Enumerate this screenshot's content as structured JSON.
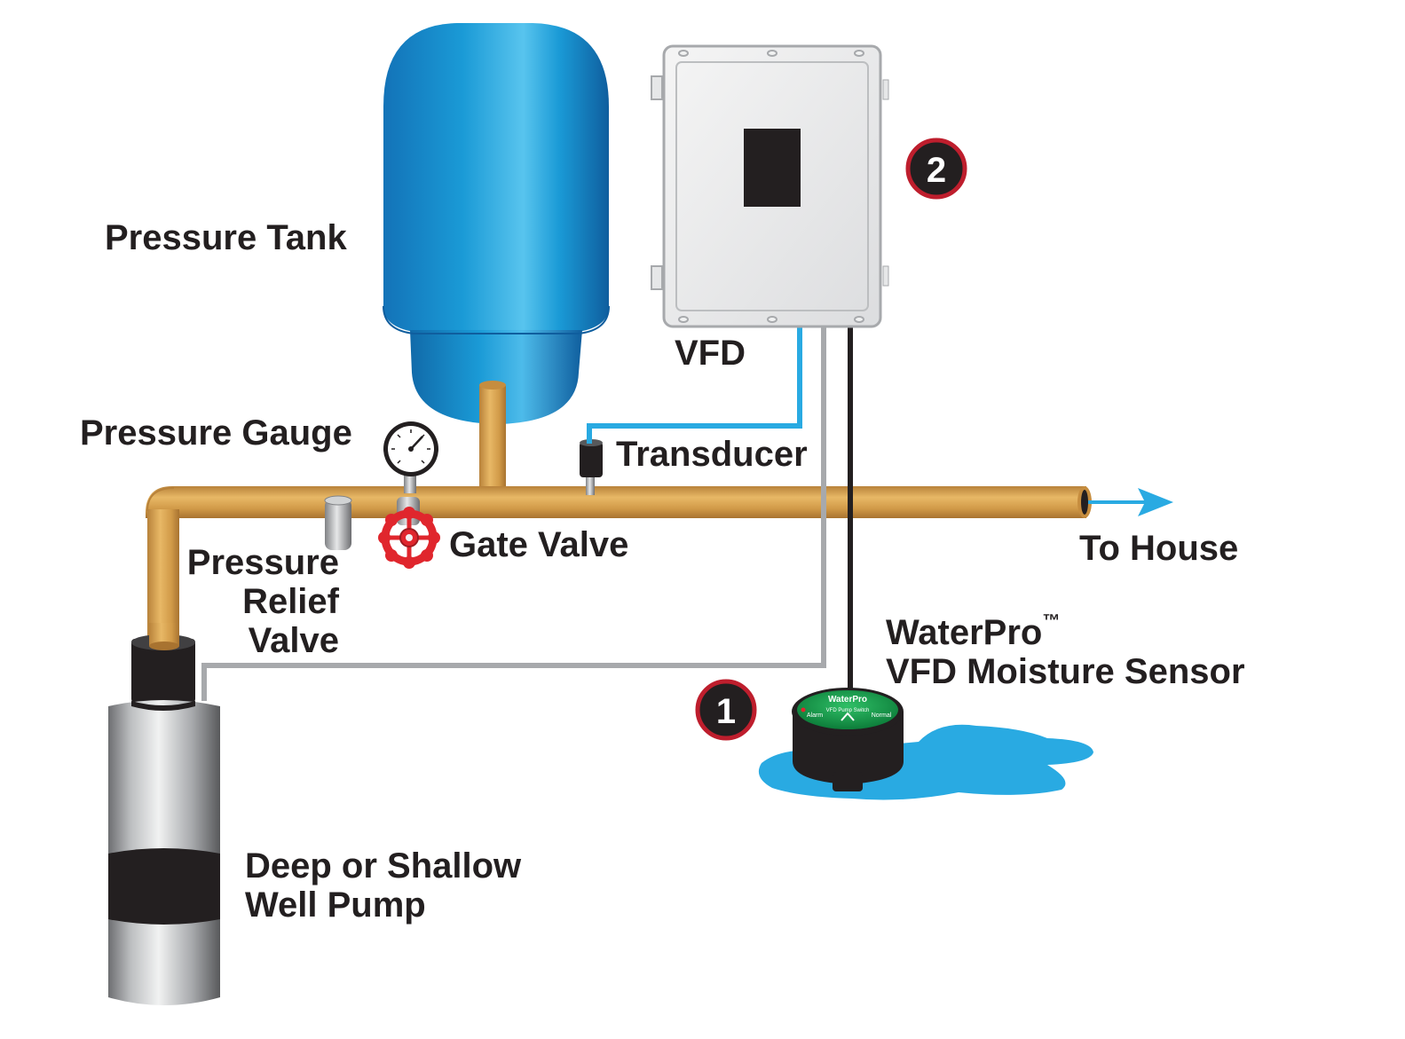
{
  "labels": {
    "pressure_tank": "Pressure Tank",
    "vfd": "VFD",
    "pressure_gauge": "Pressure Gauge",
    "transducer": "Transducer",
    "gate_valve": "Gate Valve",
    "pressure_relief_line1": "Pressure",
    "pressure_relief_line2": "Relief",
    "pressure_relief_line3": "Valve",
    "to_house": "To House",
    "sensor_line1": "WaterPro",
    "sensor_trademark": "™",
    "sensor_line2": "VFD Moisture Sensor",
    "pump_line1": "Deep or Shallow",
    "pump_line2": "Well Pump"
  },
  "callouts": {
    "one": "1",
    "two": "2"
  },
  "sensor_device": {
    "brand": "WaterPro",
    "subtitle": "VFD Pump Switch",
    "left_text": "Alarm",
    "right_text": "Normal"
  },
  "colors": {
    "copper_pipe": "#d9a450",
    "tank_blue": "#1a9ad6",
    "water_blue": "#29aae2",
    "wire_blue": "#29aae2",
    "wire_gray": "#a7a9ac",
    "wire_black": "#231f20",
    "valve_red": "#e0262d",
    "callout_red": "#be1e2d",
    "sensor_green": "#119a48"
  }
}
